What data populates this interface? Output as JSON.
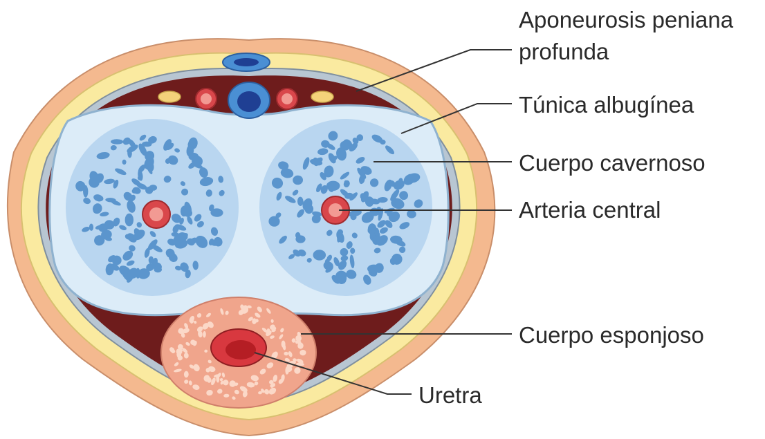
{
  "labels": {
    "aponeurosis_line1": "Aponeurosis peniana",
    "aponeurosis_line2": "profunda",
    "tunica": "Túnica albugínea",
    "cavernoso": "Cuerpo cavernoso",
    "arteria": "Arteria central",
    "esponjoso": "Cuerpo esponjoso",
    "uretra": "Uretra"
  },
  "colors": {
    "skin_outer": "#f4b98f",
    "skin_stroke": "#c98e6a",
    "fascia_yellow": "#faeaa0",
    "fascia_dark": "#6e1c1c",
    "tunica_fill": "#dcecf8",
    "tunica_stroke": "#8fb2cf",
    "cavernous_fill": "#b9d6f0",
    "cavernous_space": "#5b95cd",
    "artery_outer": "#d9474b",
    "artery_inner": "#f29a93",
    "vein_outer": "#4a8fd4",
    "vein_inner": "#1f3f93",
    "spongy_fill": "#f0a58c",
    "spongy_space": "#fbd8c8",
    "urethra_outer": "#d8383f",
    "urethra_inner": "#b51e24",
    "leader_line": "#333333"
  }
}
